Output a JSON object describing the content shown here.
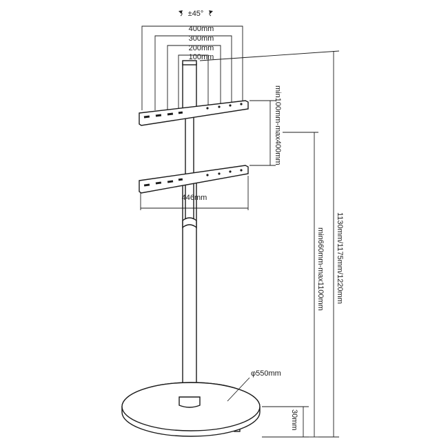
{
  "diagram": {
    "labels": {
      "rotation": "±45°",
      "vesa_400": "400mm",
      "vesa_300": "300mm",
      "vesa_200": "200mm",
      "vesa_100": "100mm",
      "arm_spacing": "min100mm-max400mm",
      "arm_width": "446mm",
      "total_height": "1130mm/1175mm/1220mm",
      "mount_height": "min660mm-max1100mm",
      "base_diameter": "φ550mm",
      "base_height": "30mm"
    }
  }
}
